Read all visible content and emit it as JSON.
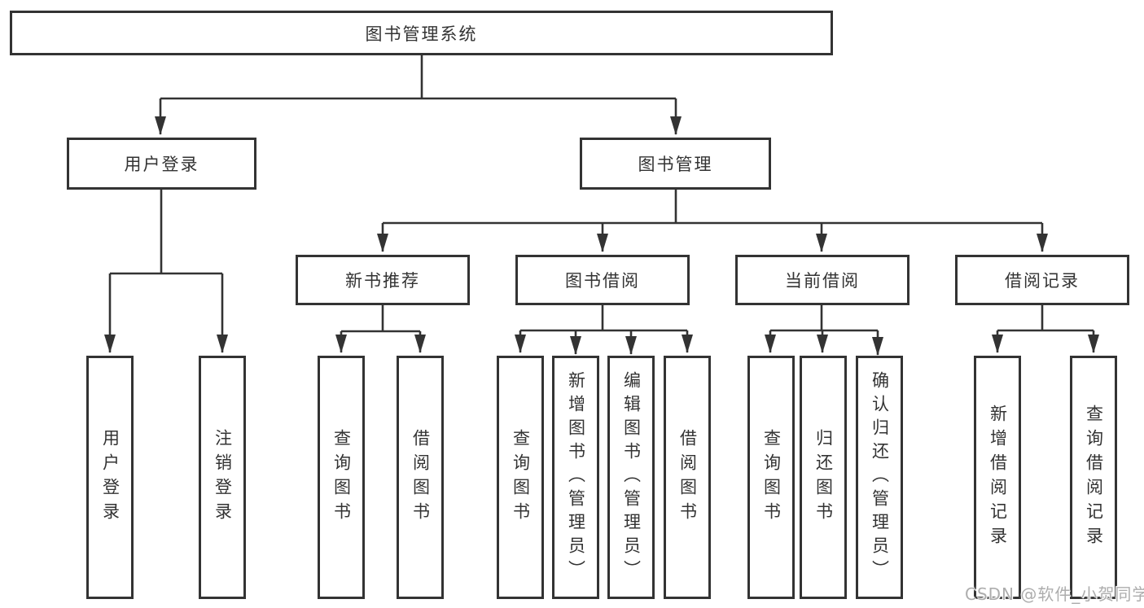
{
  "diagram": {
    "root": {
      "label": "图书管理系统"
    },
    "level2": [
      {
        "label": "用户登录"
      },
      {
        "label": "图书管理"
      }
    ],
    "level3": [
      {
        "label": "新书推荐"
      },
      {
        "label": "图书借阅"
      },
      {
        "label": "当前借阅"
      },
      {
        "label": "借阅记录"
      }
    ],
    "leaves": [
      {
        "label": "用户登录"
      },
      {
        "label": "注销登录"
      },
      {
        "label": "查询图书"
      },
      {
        "label": "借阅图书"
      },
      {
        "label": "查询图书"
      },
      {
        "label": "新增图书（管理员）"
      },
      {
        "label": "编辑图书（管理员）"
      },
      {
        "label": "借阅图书"
      },
      {
        "label": "查询图书"
      },
      {
        "label": "归还图书"
      },
      {
        "label": "确认归还（管理员）"
      },
      {
        "label": "新增借阅记录"
      },
      {
        "label": "查询借阅记录"
      }
    ]
  },
  "watermark": {
    "text": "CSDN @软件_小贺同学"
  },
  "colors": {
    "line": "#333333",
    "border": "#333333",
    "text": "#333333",
    "watermark": "#adadad",
    "background": "#ffffff"
  }
}
